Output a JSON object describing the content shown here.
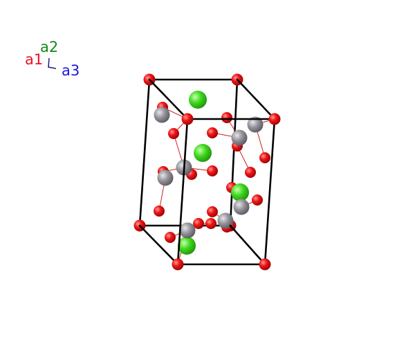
{
  "axes_indicator": {
    "labels": [
      {
        "text": "a1",
        "color": "#e8131f"
      },
      {
        "text": "a2",
        "color": "#128812"
      },
      {
        "text": "a3",
        "color": "#1818e0"
      }
    ],
    "stem_color": "#1a1a80"
  },
  "atom_colors": {
    "O": "#e8141a",
    "gray": "#8a8a8e",
    "green": "#3dd41b"
  },
  "bond_color": "#c8201a",
  "cell_edge_color": "#000000"
}
